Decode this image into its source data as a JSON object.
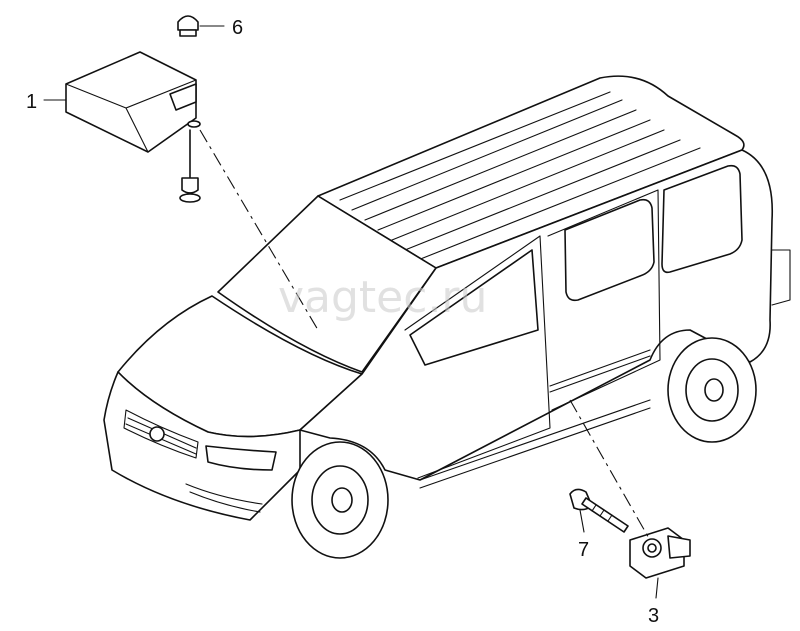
{
  "watermark": "vagtec.ru",
  "callouts": [
    {
      "id": "1",
      "label": "1"
    },
    {
      "id": "6",
      "label": "6"
    },
    {
      "id": "7",
      "label": "7"
    },
    {
      "id": "3",
      "label": "3"
    }
  ],
  "colors": {
    "line": "#111111",
    "background": "#ffffff",
    "watermark": "#c8c8c8"
  }
}
